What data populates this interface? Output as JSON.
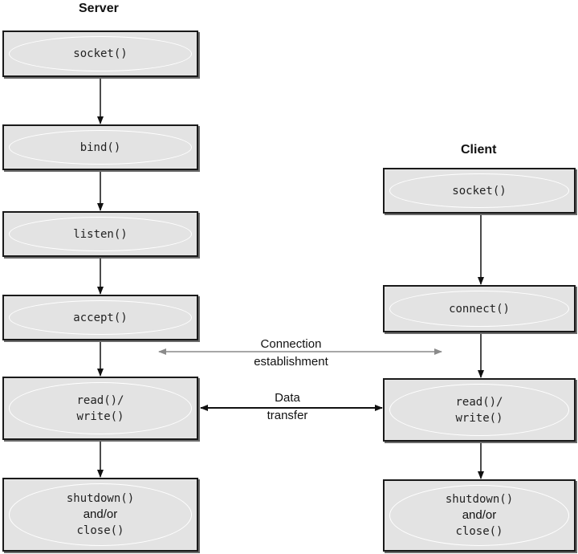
{
  "server": {
    "heading": "Server",
    "socket": "socket()",
    "bind": "bind()",
    "listen": "listen()",
    "accept": "accept()",
    "read_write": [
      "read()/",
      "write()"
    ],
    "shutdown_close": [
      "shutdown()",
      "and/or",
      "close()"
    ]
  },
  "client": {
    "heading": "Client",
    "socket": "socket()",
    "connect": "connect()",
    "read_write": [
      "read()/",
      "write()"
    ],
    "shutdown_close": [
      "shutdown()",
      "and/or",
      "close()"
    ]
  },
  "connection": [
    "Connection",
    "establishment"
  ],
  "data_transfer": [
    "Data",
    "transfer"
  ],
  "colors": {
    "box_fill": "#e3e3e3",
    "box_border": "#1a1a1a",
    "connection_arrow": "#8a8a8a",
    "data_arrow": "#111111"
  }
}
